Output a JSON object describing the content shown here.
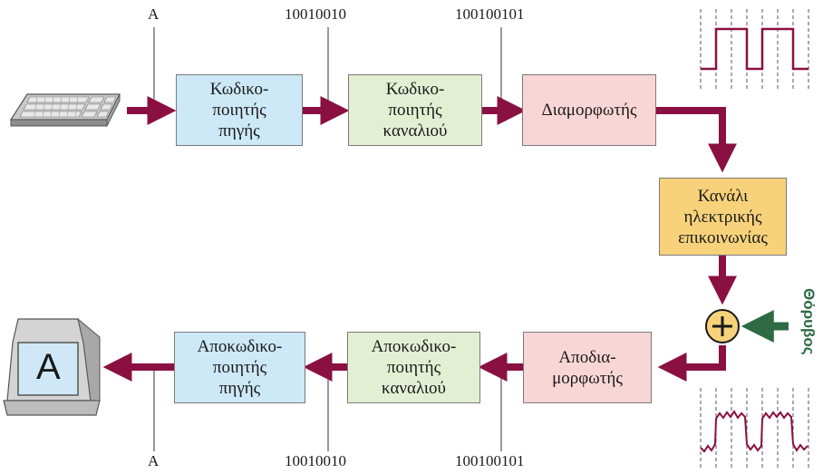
{
  "colors": {
    "arrow": "#8b1042",
    "noise_arrow": "#2e6b42",
    "source_box": "#cde8f6",
    "channel_box": "#e3efd3",
    "modulator_box": "#f9d6d6",
    "medium_box": "#f7d27a",
    "signal": "#8b1042"
  },
  "icons": {
    "keyboard": "keyboard-icon",
    "monitor": "monitor-icon",
    "adder": "plus-circle-icon"
  },
  "transmit": {
    "label_a": "A",
    "label_bits1": "10010010",
    "label_bits2": "100100101",
    "source_encoder": "Κωδικο-\nποιητής\nπηγής",
    "channel_encoder": "Κωδικο-\nποιητής\nκαναλιού",
    "modulator": "Διαμορφωτής"
  },
  "channel": {
    "medium": "Κανάλι\nηλεκτρικής\nεπικοινωνίας",
    "adder_symbol": "+",
    "noise_label": "Θόρυβος"
  },
  "receive": {
    "demodulator": "Αποδια-\nμορφωτής",
    "channel_decoder": "Αποκωδικο-\nποιητής\nκαναλιού",
    "source_decoder": "Αποκωδικο-\nποιητής\nπηγής",
    "label_bits2": "100100101",
    "label_bits1": "10010010",
    "label_a": "A",
    "monitor_letter": "A"
  }
}
